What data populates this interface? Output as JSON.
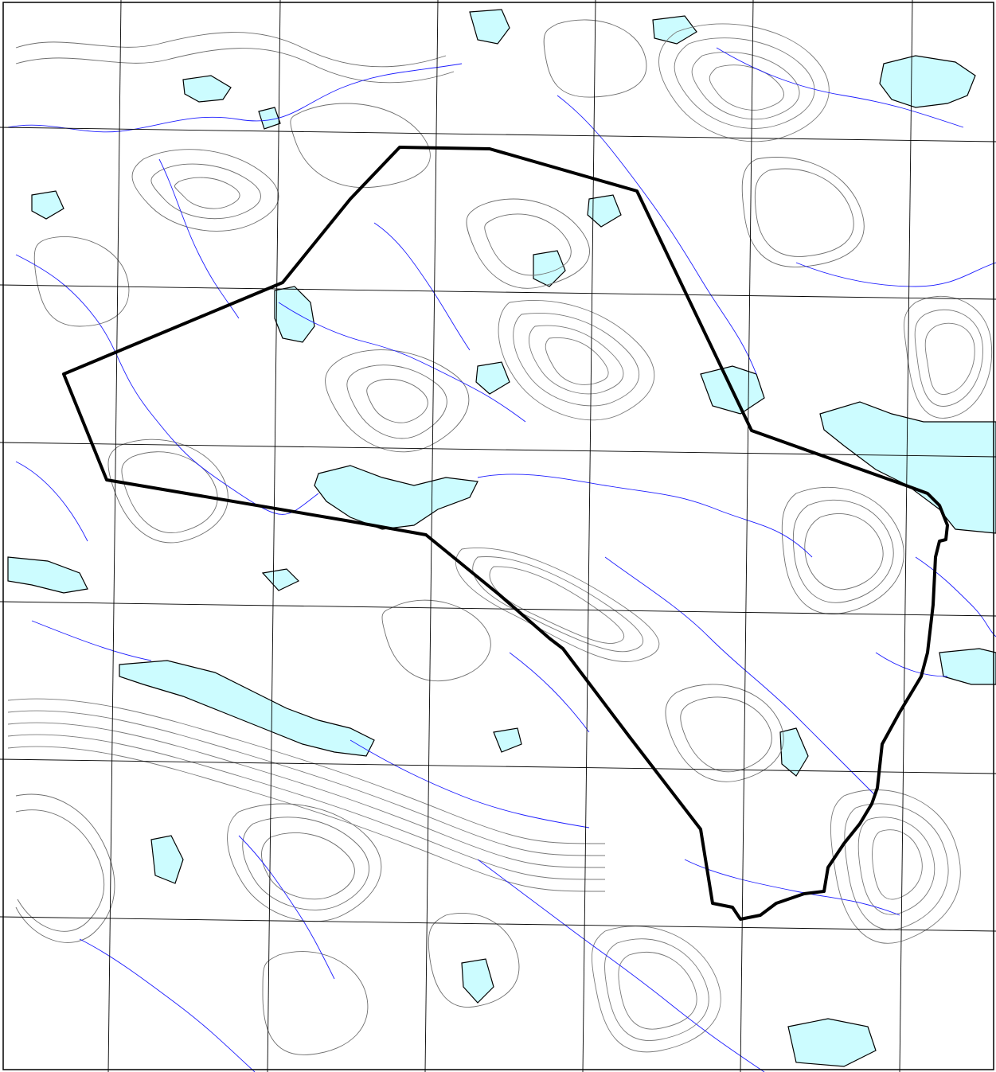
{
  "map": {
    "colors": {
      "water": "#ccfcff",
      "contour": "#6e6e6e",
      "stream": "#1e1eff",
      "grid": "#000000",
      "boundary": "#000000",
      "land": "#ffffff"
    },
    "layers": [
      "lakes",
      "contours",
      "streams",
      "grid",
      "study-area-boundary"
    ],
    "grid": {
      "columns": 6,
      "rows": 7
    }
  }
}
